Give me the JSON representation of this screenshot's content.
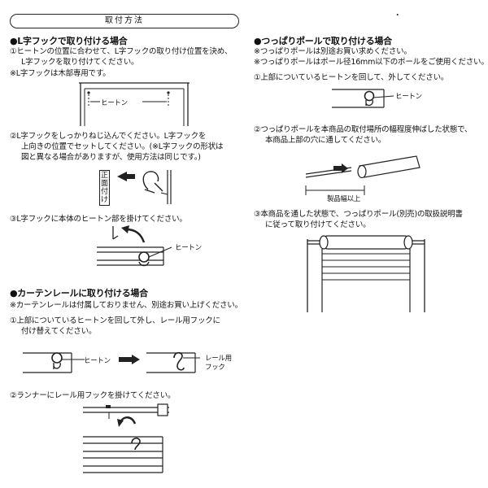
{
  "title": "取付方法",
  "dot": "・",
  "lhook": {
    "heading": "●L字フックで取り付ける場合",
    "step1": [
      "①ヒートンの位置に合わせて、L字フックの取り付け位置を決め、",
      "L字フックを取り付けてください。"
    ],
    "note": "※L字フックは木部専用です。",
    "fig1_label": "ヒートン",
    "step2": [
      "②L字フックをしっかりねじ込んでください。L字フックを",
      "上向きの位置でセットしてください。(※L字フックの形状は",
      "図と異なる場合がありますが、使用方法は同じです。)"
    ],
    "front_label": "正面付け",
    "step3": "③L字フックに本体のヒートン部を掛けてください。",
    "fig3_label": "ヒートン"
  },
  "rail": {
    "heading": "●カーテンレールに取り付ける場合",
    "note": "※カーテンレールは付属しておりません、別途お買い上げください。",
    "step1": [
      "①上部についているヒートンを回して外し、レール用フックに",
      "付け替えてください。"
    ],
    "label_heaton": "ヒートン",
    "label_railhook": [
      "レール用",
      "フック"
    ],
    "step2": "②ランナーにレール用フックを掛けてください。"
  },
  "pole": {
    "heading": "●つっぱりポールで取り付ける場合",
    "note1": "※つっぱりポールは別途お買い求めください。",
    "note2": "※つっぱりポールはポール径16mm以下のポールをご使用ください。",
    "step1": "①上部についているヒートンを回して、外してください。",
    "label_heaton": "ヒートン",
    "step2": [
      "②つっぱりポールを本商品の取付場所の幅程度伸ばした状態で、",
      "本商品上部の穴に通してください。"
    ],
    "width_label": "製品幅以上",
    "step3": [
      "③本商品を通した状態で、つっぱりポール(別売)の取扱説明書",
      "に従って取り付けてください。"
    ]
  }
}
